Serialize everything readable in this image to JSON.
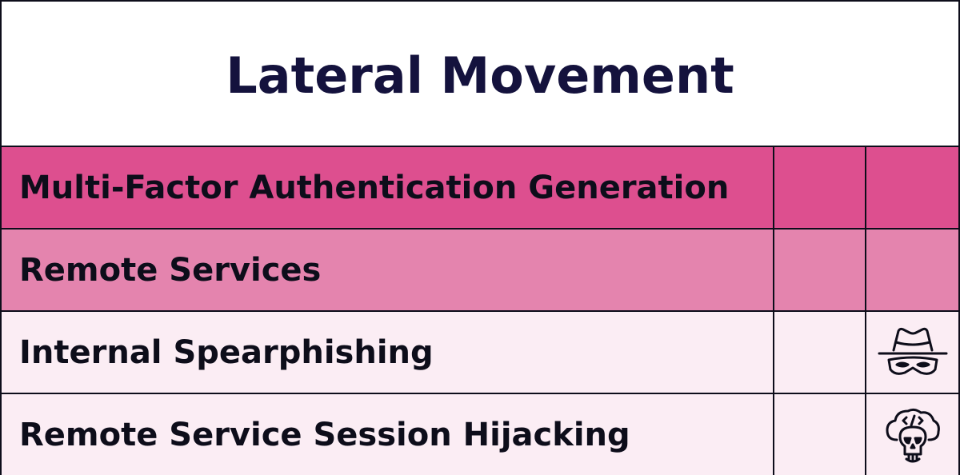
{
  "title": "Lateral Movement",
  "rows": [
    {
      "label": "Multi-Factor Authentication Generation",
      "background": "#dd4f8f",
      "icon": ""
    },
    {
      "label": "Remote Services",
      "background": "#e484ae",
      "icon": ""
    },
    {
      "label": "Internal Spearphishing",
      "background": "#fbedf4",
      "icon": "hacker-hat-mask-icon"
    },
    {
      "label": "Remote Service Session Hijacking",
      "background": "#fbedf4",
      "icon": "cloud-skull-code-icon"
    }
  ]
}
